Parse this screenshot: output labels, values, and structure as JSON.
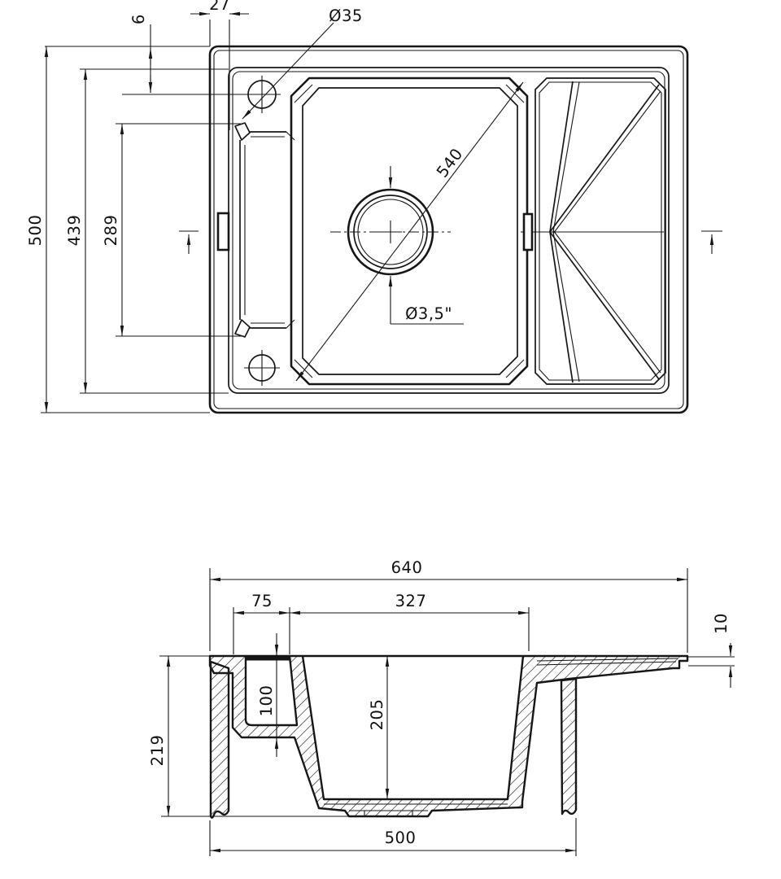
{
  "top_view": {
    "hole_offset_top": "27",
    "hole_diameter": "Ø35",
    "hole_offset_side": "6",
    "overall_depth": "500",
    "inner_depth": "439",
    "ledge_length": "289",
    "bowl_diagonal": "540",
    "drain_diameter": "Ø3,5\""
  },
  "section_view": {
    "overall_width": "640",
    "ledge_width": "75",
    "bowl_top_width": "327",
    "rim_thickness": "10",
    "ledge_depth": "100",
    "bowl_depth": "205",
    "overall_height": "219",
    "cabinet_width": "500"
  }
}
